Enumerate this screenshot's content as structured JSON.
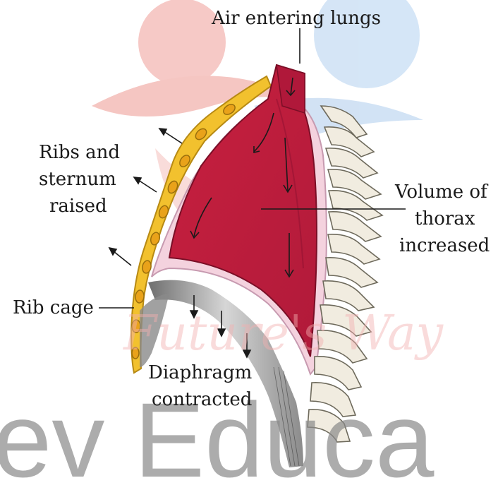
{
  "labels": {
    "air": "Air entering lungs",
    "ribs_line1": "Ribs and",
    "ribs_line2": "sternum",
    "ribs_line3": "raised",
    "volume_line1": "Volume of",
    "volume_line2": "thorax",
    "volume_line3": "increased",
    "rib_cage": "Rib cage",
    "diaphragm_line1": "Diaphragm",
    "diaphragm_line2": "contracted"
  },
  "watermark": {
    "brand_script": "Future's Way",
    "brand_text": "ev Educa"
  },
  "colors": {
    "lung": "#c0203d",
    "lung_dark": "#8e1030",
    "rib": "#f2c12e",
    "rib_edge": "#b78a14",
    "membrane": "#f4d2de",
    "vertebra": "#f1ece0",
    "watermark_pink": "#f3b7b3",
    "watermark_blue": "#c5dcf3",
    "watermark_gray": "#8a8a8a"
  }
}
